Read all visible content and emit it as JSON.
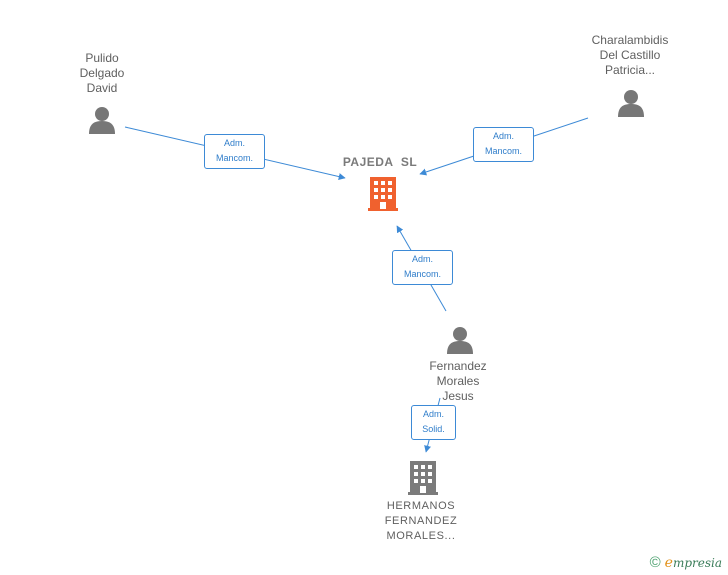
{
  "nodes": {
    "person_pulido": {
      "lines": [
        "Pulido",
        "Delgado",
        "David"
      ],
      "icon": "person-icon"
    },
    "person_charalambidis": {
      "lines": [
        "Charalambidis",
        "Del Castillo",
        "Patricia..."
      ],
      "icon": "person-icon"
    },
    "company_pajeda": {
      "lines": [
        "PAJEDA  SL"
      ],
      "icon": "building-icon",
      "color": "#f0612e"
    },
    "person_fernandez": {
      "lines": [
        "Fernandez",
        "Morales",
        "Jesus"
      ],
      "icon": "person-icon"
    },
    "company_hermanos": {
      "lines": [
        "HERMANOS",
        "FERNANDEZ",
        "MORALES..."
      ],
      "icon": "building-icon",
      "color": "#7b7b7b"
    }
  },
  "edges": {
    "pulido_to_pajeda": {
      "lines": [
        "Adm.",
        "Mancom."
      ]
    },
    "charalambidis_to_pajeda": {
      "lines": [
        "Adm.",
        "Mancom."
      ]
    },
    "fernandez_to_pajeda": {
      "lines": [
        "Adm.",
        "Mancom."
      ]
    },
    "fernandez_to_hermanos": {
      "lines": [
        "Adm.",
        "Solid."
      ]
    }
  },
  "colors": {
    "edge": "#3d8ad6",
    "person": "#777777"
  },
  "footer": {
    "copyright_symbol": "©",
    "brand_first": "e",
    "brand_rest": "mpresia"
  }
}
